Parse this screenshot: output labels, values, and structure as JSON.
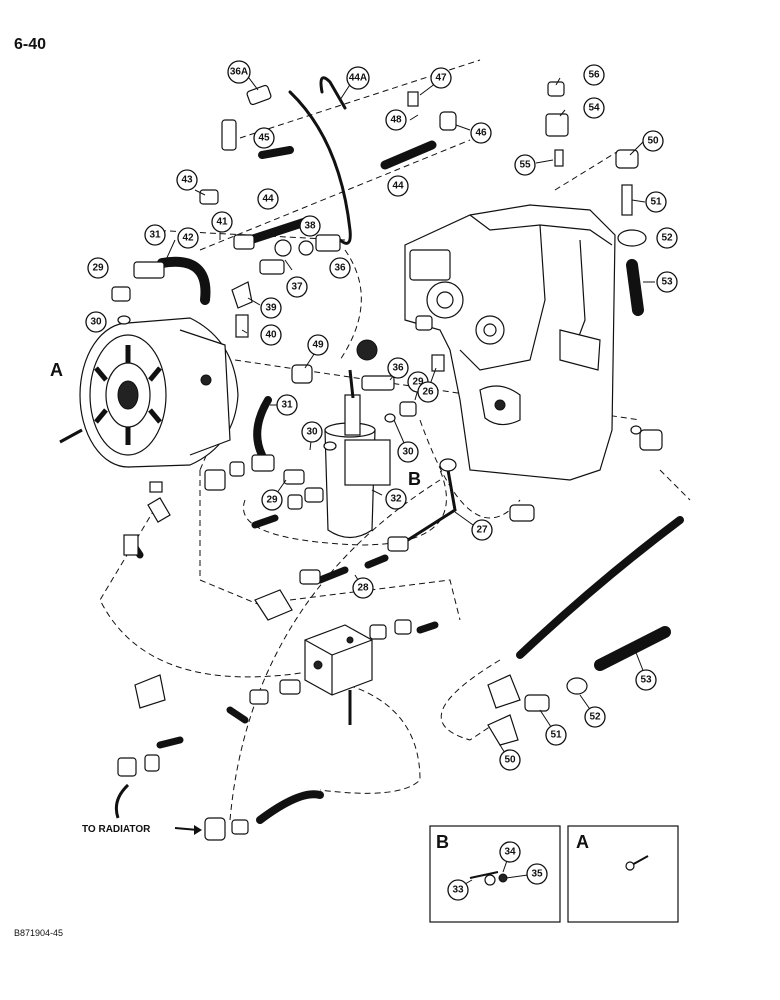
{
  "page_number": "6-40",
  "document_code": "B871904-45",
  "destination_label": "TO RADIATOR",
  "view_letters": {
    "main_a": "A",
    "main_b": "B",
    "inset_b": "B",
    "inset_a": "A"
  },
  "callouts": {
    "c36A": "36A",
    "c44A": "44A",
    "c47": "47",
    "c48": "48",
    "c46": "46",
    "c56": "56",
    "c54": "54",
    "c50a": "50",
    "c55": "55",
    "c51a": "51",
    "c52a": "52",
    "c53a": "53",
    "c45": "45",
    "c43": "43",
    "c44a": "44",
    "c44b": "44",
    "c38": "38",
    "c41": "41",
    "c42": "42",
    "c31a": "31",
    "c29a": "29",
    "c36a": "36",
    "c37": "37",
    "c39": "39",
    "c30a": "30",
    "c40": "40",
    "c49": "49",
    "c36b": "36",
    "c29b": "29",
    "c26": "26",
    "c31b": "31",
    "c30b": "30",
    "c30c": "30",
    "c29c": "29",
    "c32": "32",
    "c27": "27",
    "c28": "28",
    "c53b": "53",
    "c52b": "52",
    "c51b": "51",
    "c50b": "50",
    "c34": "34",
    "c33": "33",
    "c35": "35"
  }
}
